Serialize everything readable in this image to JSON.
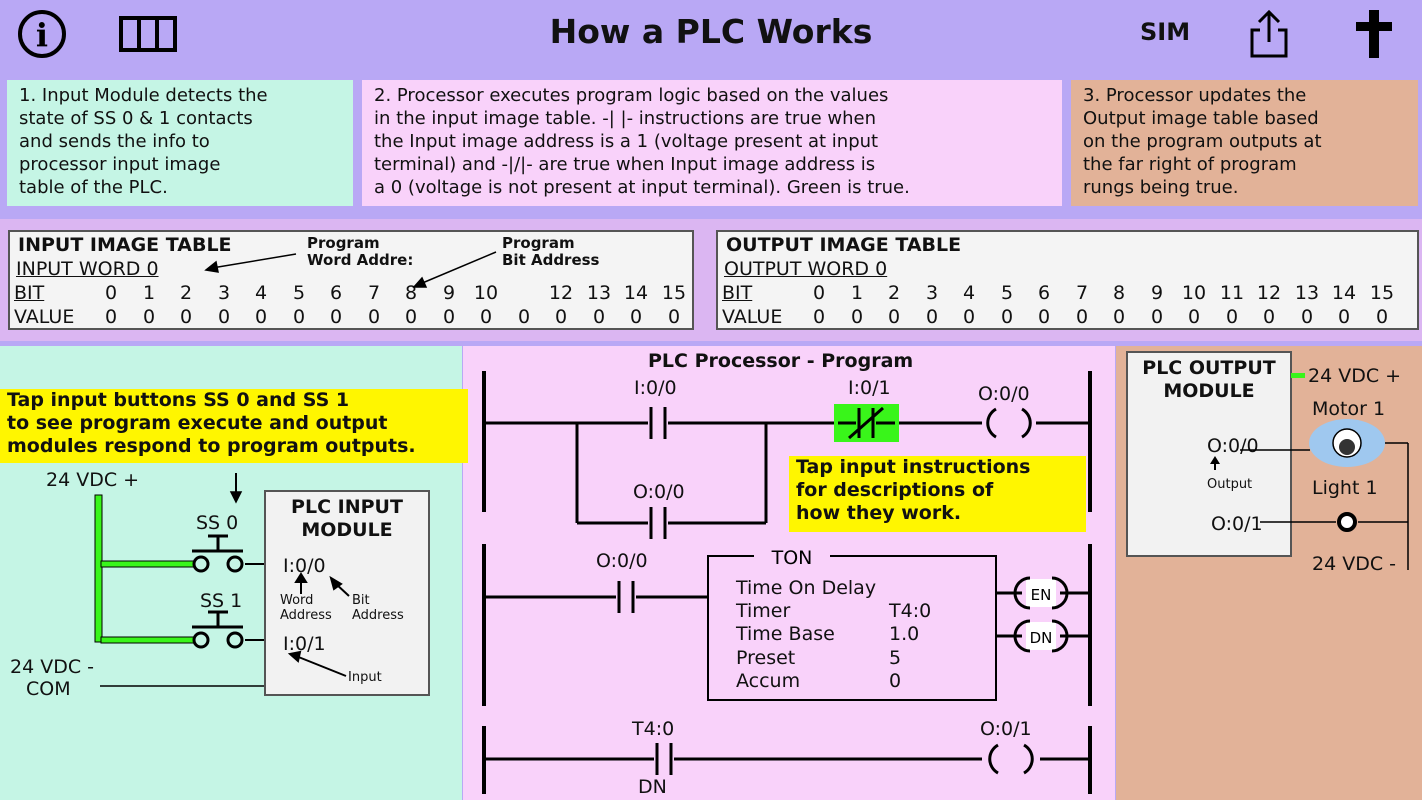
{
  "header": {
    "title": "How a PLC Works",
    "info_icon": "info-icon",
    "columns_icon": "columns-icon",
    "sim_label": "SIM",
    "share_icon": "share-icon",
    "cross_icon": "cross-icon"
  },
  "steps": [
    "1. Input Module detects the\n    state of SS 0 & 1 contacts\n    and sends the info to\n    processor input image\n    table of the PLC.",
    "2. Processor executes program logic based on the values\n    in the input image table. -| |- instructions are true when\n    the Input image address is a 1 (voltage present at input\n    terminal) and -|/|- are true when Input image address is\n    a 0 (voltage is not present at input terminal). Green is true.",
    "3.  Processor updates the\n    Output image table based\n    on the program outputs at\n    the far right of program\n    rungs being true."
  ],
  "input_table": {
    "title": "INPUT IMAGE TABLE",
    "word_label": "INPUT WORD   0",
    "bit_label": "BIT",
    "value_label": "VALUE",
    "callout_word": "Program\nWord Addre:",
    "callout_bit": "Program\nBit Address",
    "bits": [
      "0",
      "1",
      "2",
      "3",
      "4",
      "5",
      "6",
      "7",
      "8",
      "9",
      "10",
      "",
      "12",
      "13",
      "14",
      "15"
    ],
    "values": [
      "0",
      "0",
      "0",
      "0",
      "0",
      "0",
      "0",
      "0",
      "0",
      "0",
      "0",
      "0",
      "0",
      "0",
      "0",
      "0"
    ]
  },
  "output_table": {
    "title": "OUTPUT IMAGE TABLE",
    "word_label": "OUTPUT WORD   0",
    "bit_label": "BIT",
    "value_label": "VALUE",
    "bits": [
      "0",
      "1",
      "2",
      "3",
      "4",
      "5",
      "6",
      "7",
      "8",
      "9",
      "10",
      "11",
      "12",
      "13",
      "14",
      "15"
    ],
    "values": [
      "0",
      "0",
      "0",
      "0",
      "0",
      "0",
      "0",
      "0",
      "0",
      "0",
      "0",
      "0",
      "0",
      "0",
      "0",
      "0"
    ]
  },
  "input_panel": {
    "note": "Tap input buttons SS 0 and SS 1\nto see program execute and output\nmodules respond to program outputs.",
    "supply_plus": "24 VDC +",
    "supply_com_1": "24 VDC -",
    "supply_com_2": "COM",
    "ss0": "SS 0",
    "ss1": "SS 1",
    "module_title": "PLC INPUT\nMODULE",
    "addr0": "I:0/0",
    "addr1": "I:0/1",
    "word_address": "Word\nAddress",
    "bit_address": "Bit\nAddress",
    "input_word": "Input"
  },
  "program": {
    "title": "PLC Processor - Program",
    "note": "Tap input instructions\nfor descriptions of\nhow they work.",
    "r1_contact": "I:0/0",
    "r1_nc_contact": "I:0/1",
    "r1_coil": "O:0/0",
    "r1_branch": "O:0/0",
    "r2_contact": "O:0/0",
    "ton_title": "TON",
    "ton_lines": [
      {
        "label": "Time On Delay",
        "value": ""
      },
      {
        "label": "Timer",
        "value": "T4:0"
      },
      {
        "label": "Time Base",
        "value": "1.0"
      },
      {
        "label": "Preset",
        "value": "5"
      },
      {
        "label": "Accum",
        "value": "0"
      }
    ],
    "en": "EN",
    "dn": "DN",
    "r3_contact": "T4:0",
    "r3_contact_bit": "DN",
    "r3_coil": "O:0/1",
    "true_color": "#39f51a"
  },
  "output_panel": {
    "module_title": "PLC OUTPUT\nMODULE",
    "supply_plus": "24 VDC +",
    "supply_minus": "24 VDC -",
    "out0": "O:0/0",
    "out1": "O:0/1",
    "output_word": "Output",
    "motor": "Motor 1",
    "light": "Light 1"
  }
}
